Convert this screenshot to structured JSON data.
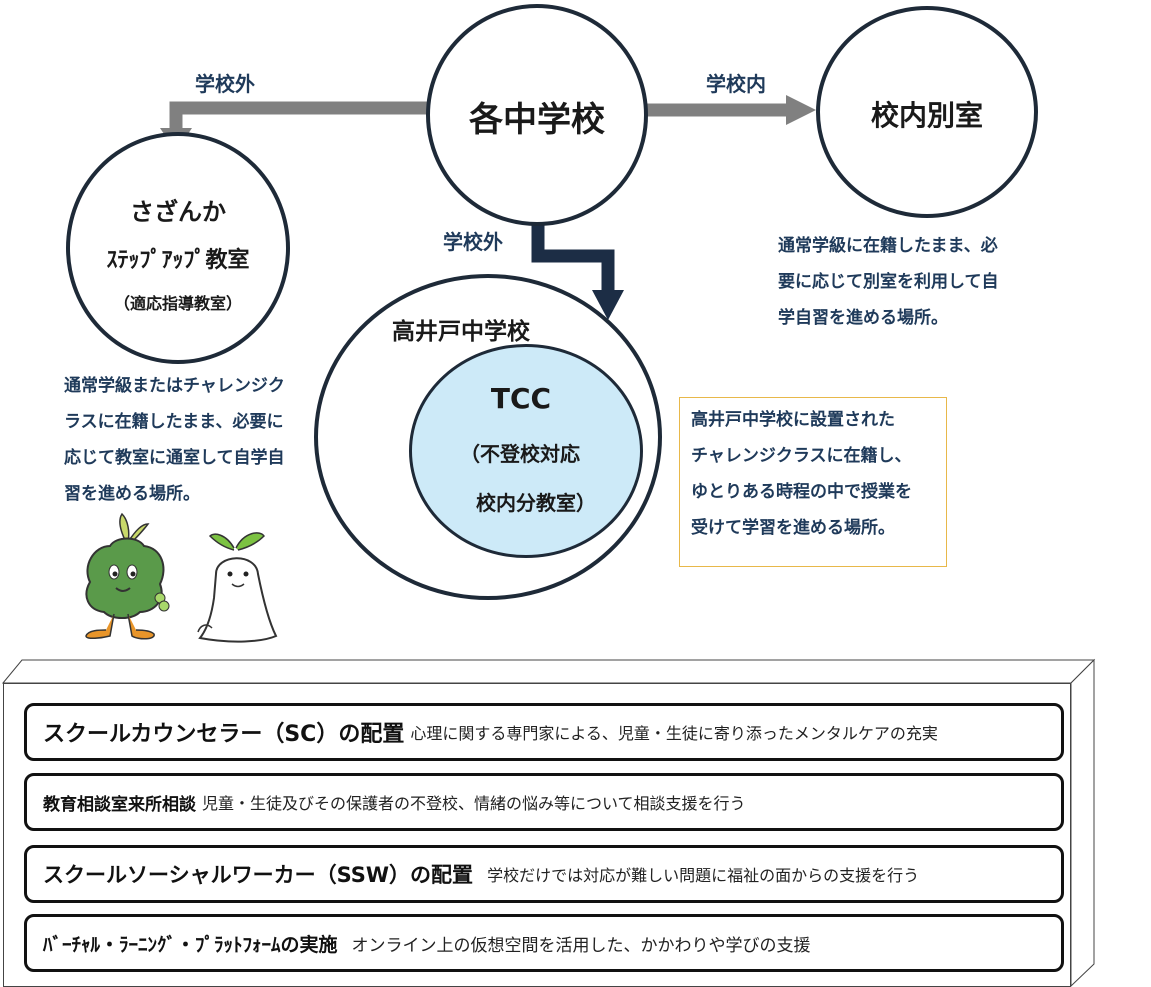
{
  "nodes": {
    "main_school": "各中学校",
    "in_school_room": "校内別室",
    "sazanka_title": "さざんか",
    "sazanka_sub": "ｽﾃｯﾌﾟｱｯﾌﾟ教室",
    "sazanka_paren": "（適応指導教室）",
    "takaido": "高井戸中学校",
    "tcc": "TCC",
    "tcc_line1": "（不登校対応",
    "tcc_line2": "校内分教室）"
  },
  "arrow_labels": {
    "outside_left": "学校外",
    "inside_right": "学校内",
    "outside_down": "学校外"
  },
  "descriptions": {
    "in_school_room": [
      "通常学級に在籍したまま、必",
      "要に応じて別室を利用して自",
      "学自習を進める場所。"
    ],
    "sazanka": [
      "通常学級またはチャレンジク",
      "ラスに在籍したまま、必要に",
      "応じて教室に通室して自学自",
      "習を進める場所。"
    ],
    "tcc": [
      "高井戸中学校に設置された",
      "チャレンジクラスに在籍し、",
      "ゆとりある時程の中で授業を",
      "受けて学習を進める場所。"
    ]
  },
  "support_rows": [
    {
      "title": "スクールカウンセラー（SC）の配置",
      "desc": "心理に関する専門家による、児童・生徒に寄り添ったメンタルケアの充実"
    },
    {
      "title": "教育相談室来所相談",
      "desc": "児童・生徒及びその保護者の不登校、情緒の悩み等について相談支援を行う"
    },
    {
      "title": "スクールソーシャルワーカー（SSW）の配置",
      "desc": "学校だけでは対応が難しい問題に福祉の面からの支援を行う"
    },
    {
      "title": "ﾊﾞｰﾁｬﾙ・ﾗｰﾆﾝｸﾞ・ﾌﾟﾗｯﾄﾌｫｰﾑの実施",
      "desc": "オンライン上の仮想空間を活用した、かかわりや学びの支援"
    }
  ],
  "colors": {
    "circle_border": "#1e2a38",
    "tcc_fill": "#cdeaf8",
    "arrow_gray": "#808080",
    "arrow_navy": "#1c2d45",
    "desc_text": "#1f3a5a",
    "tcc_box_border": "#e8b84a",
    "mascot_green": "#5a9a4a"
  }
}
